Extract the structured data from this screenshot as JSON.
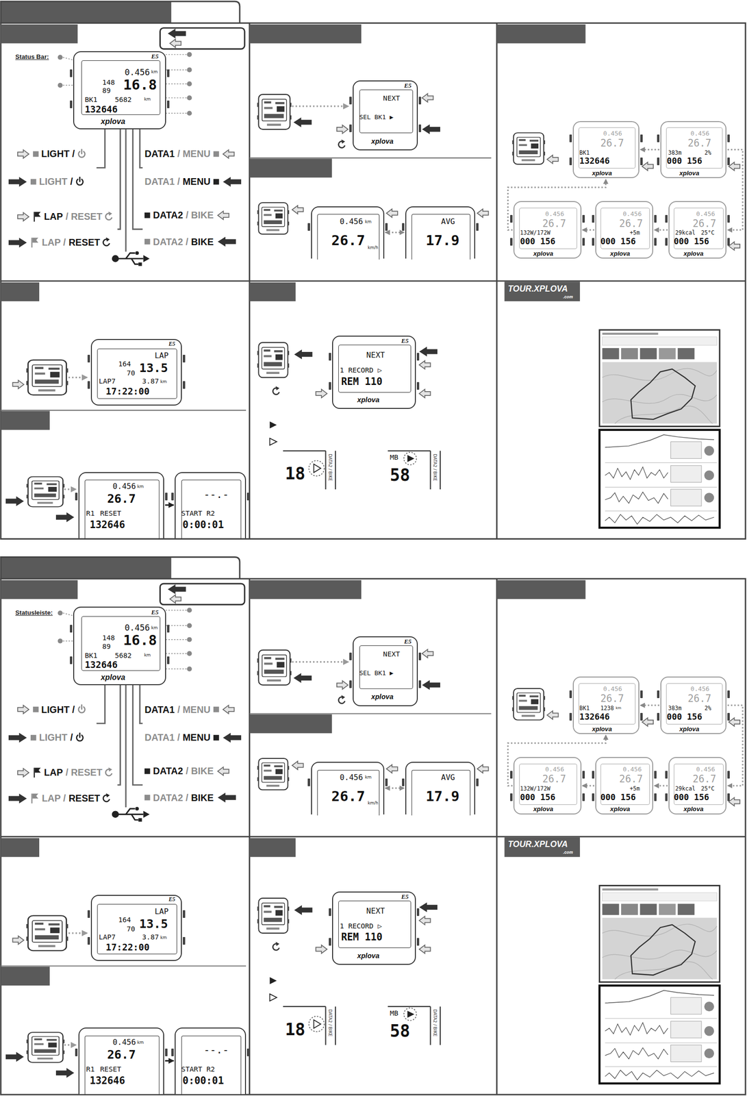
{
  "diagram": {
    "nodes": [
      {
        "text": [
          "0.456",
          "km",
          "148",
          "16.8",
          "89",
          "BK1",
          "5682",
          "km",
          "132646",
          "xplova",
          "E5"
        ]
      },
      {
        "text": [
          "E5",
          "NEXT",
          "SEL BK1 ▶",
          "xplova"
        ]
      },
      {
        "text": [
          "0.456",
          "km",
          "26.7",
          "km/h"
        ]
      },
      {
        "text": [
          "AVG",
          "17.9"
        ]
      },
      {
        "text": [
          "0.456",
          "26.7",
          "BK1",
          "132646",
          "xplova"
        ]
      },
      {
        "text": [
          "0.456",
          "26.7",
          "383m",
          "2%",
          "000 156",
          "xplova"
        ]
      },
      {
        "text": [
          "0.456",
          "26.7",
          "132W/172W",
          "000 156",
          "xplova"
        ]
      },
      {
        "text": [
          "0.456",
          "26.7",
          "+5m",
          "000 156",
          "xplova"
        ]
      },
      {
        "text": [
          "0.456",
          "26.7",
          "29kcal",
          "25°C",
          "000 156",
          "xplova"
        ]
      },
      {
        "text": [
          "E5",
          "LAP",
          "164",
          "70",
          "13.5",
          "LAP7",
          "3.87",
          "km",
          "17:22:00"
        ]
      },
      {
        "text": [
          "0.456",
          "km",
          "26.7",
          "R1",
          "RESET",
          "132646"
        ]
      },
      {
        "text": [
          "--.-",
          "START R2",
          "0:00:01"
        ]
      },
      {
        "text": [
          "E5",
          "NEXT",
          "1 RECORD ▷",
          "REM 110",
          "xplova"
        ]
      },
      {
        "text": [
          "18",
          "DATA2 / BIKE"
        ]
      },
      {
        "text": [
          "MB",
          "58",
          "DATA2 / BIKE"
        ]
      },
      {
        "text": [
          "0.456",
          "km",
          "148",
          "16.8",
          "89",
          "BK1",
          "5682",
          "km",
          "132646",
          "xplova",
          "E5"
        ]
      },
      {
        "text": [
          "E5",
          "NEXT",
          "SEL BK1 ▶",
          "xplova"
        ]
      },
      {
        "text": [
          "0.456",
          "km",
          "26.7",
          "km/h"
        ]
      },
      {
        "text": [
          "AVG",
          "17.9"
        ]
      },
      {
        "text": [
          "0.456",
          "26.7",
          "BK1",
          "1238",
          "km",
          "132646",
          "xplova"
        ]
      },
      {
        "text": [
          "0.456",
          "26.7",
          "383m",
          "2%",
          "000 156",
          "xplova"
        ]
      },
      {
        "text": [
          "0.456",
          "26.7",
          "132W/172W",
          "000 156",
          "xplova"
        ]
      },
      {
        "text": [
          "0.456",
          "26.7",
          "+5m",
          "000 156",
          "xplova"
        ]
      },
      {
        "text": [
          "0.456",
          "26.7",
          "29kcal",
          "25°C",
          "000 156",
          "xplova"
        ]
      },
      {
        "text": [
          "E5",
          "LAP",
          "164",
          "70",
          "13.5",
          "LAP7",
          "3.87",
          "km",
          "17:22:00"
        ]
      },
      {
        "text": [
          "0.456",
          "km",
          "26.7",
          "R1",
          "RESET",
          "132646"
        ]
      },
      {
        "text": [
          "--.-",
          "START R2",
          "0:00:01"
        ]
      },
      {
        "text": [
          "E5",
          "NEXT",
          "1 RECORD ▷",
          "REM 110",
          "xplova"
        ]
      },
      {
        "text": [
          "18",
          "DATA2 / BIKE"
        ]
      },
      {
        "text": [
          "MB",
          "58",
          "DATA2 / BIKE"
        ]
      }
    ],
    "edges": [
      {
        "from": 2,
        "to": 3,
        "arrow": "both"
      },
      {
        "from": 5,
        "to": 4,
        "arrow": "to"
      },
      {
        "from": 8,
        "to": 7,
        "arrow": "to"
      },
      {
        "from": 7,
        "to": 6,
        "arrow": "to"
      },
      {
        "from": 6,
        "to": 4,
        "arrow": "to"
      },
      {
        "from": 5,
        "to": 8,
        "arrow": "to"
      },
      {
        "from": 10,
        "to": 11,
        "arrow": "to"
      },
      {
        "from": 17,
        "to": 18,
        "arrow": "both"
      },
      {
        "from": 20,
        "to": 19,
        "arrow": "to"
      },
      {
        "from": 23,
        "to": 22,
        "arrow": "to"
      },
      {
        "from": 22,
        "to": 21,
        "arrow": "to"
      },
      {
        "from": 21,
        "to": 19,
        "arrow": "to"
      },
      {
        "from": 20,
        "to": 23,
        "arrow": "to"
      },
      {
        "from": 25,
        "to": 26,
        "arrow": "to"
      }
    ],
    "labels": [
      "Status Bar:",
      "LIGHT /",
      "LIGHT",
      "/",
      "LAP",
      "/ RESET",
      "LAP /",
      "RESET",
      "DATA1",
      "/ MENU",
      "DATA1 /",
      "MENU",
      "DATA2",
      "/ BIKE",
      "DATA2 /",
      "BIKE",
      "TOUR.XPLOVA",
      ".com",
      "Statusleiste:",
      "LIGHT /",
      "LIGHT",
      "/",
      "LAP",
      "/ RESET",
      "LAP /",
      "RESET",
      "DATA1",
      "/ MENU",
      "DATA1 /",
      "MENU",
      "DATA2",
      "/ BIKE",
      "DATA2 /",
      "BIKE",
      "TOUR.XPLOVA",
      ".com"
    ]
  }
}
